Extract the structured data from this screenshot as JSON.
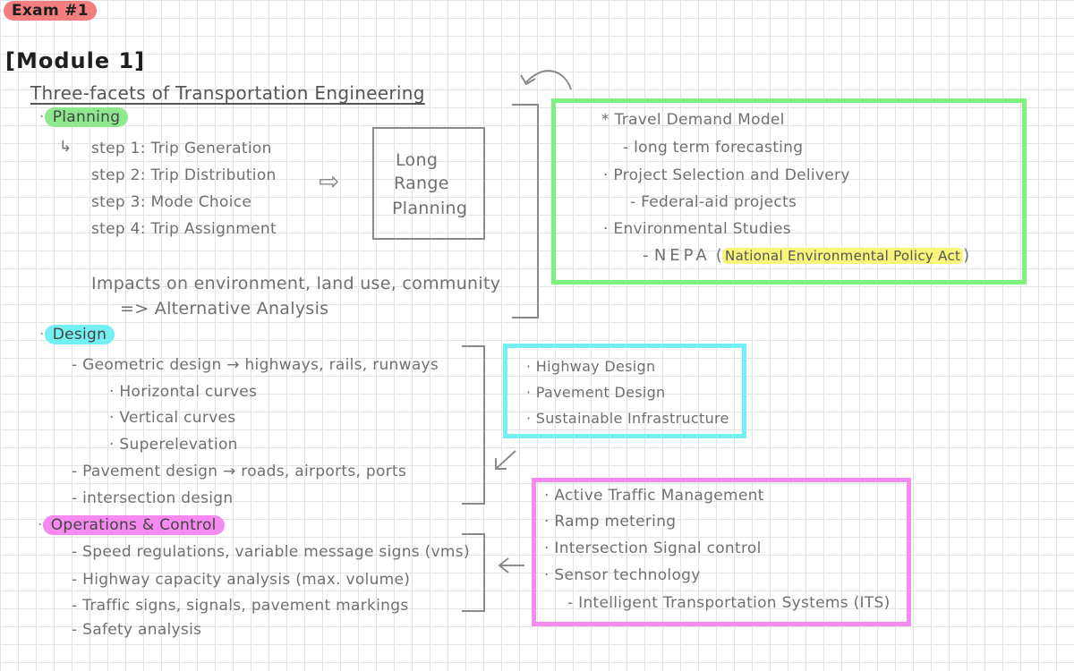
{
  "exam_title": "Exam #1",
  "module_title": "[Module 1]",
  "main_heading": "Three-facets of Transportation Engineering",
  "planning": {
    "label": "Planning",
    "steps": [
      "step 1: Trip Generation",
      "step 2: Trip Distribution",
      "step 3: Mode Choice",
      "step 4: Trip Assignment"
    ],
    "box_lines": [
      "Long",
      "Range",
      "Planning"
    ],
    "impacts": "Impacts on environment, land use, community",
    "analysis": "=> Alternative Analysis",
    "notes": {
      "travel_demand": "Travel Demand Model",
      "long_term": "long term forecasting",
      "project": "Project Selection and Delivery",
      "federal": "Federal-aid projects",
      "env": "Environmental Studies",
      "nepa": "NEPA",
      "nepa_full": "National Environmental Policy Act"
    }
  },
  "design": {
    "label": "Design",
    "geometric": "Geometric design → highways, rails, runways",
    "sub": [
      "Horizontal curves",
      "Vertical curves",
      "Superelevation"
    ],
    "pavement": "Pavement design → roads, airports, ports",
    "intersection": "intersection design",
    "notes": [
      "Highway Design",
      "Pavement Design",
      "Sustainable Infrastructure"
    ]
  },
  "operations": {
    "label": "Operations & Control",
    "items": [
      "Speed regulations, variable message signs (vms)",
      "Highway capacity analysis (max. volume)",
      "Traffic signs, signals, pavement markings",
      "Safety analysis"
    ],
    "notes": [
      "Active Traffic Management",
      "Ramp metering",
      "Intersection Signal control",
      "Sensor technology"
    ],
    "its": "Intelligent Transportation Systems (ITS)"
  }
}
